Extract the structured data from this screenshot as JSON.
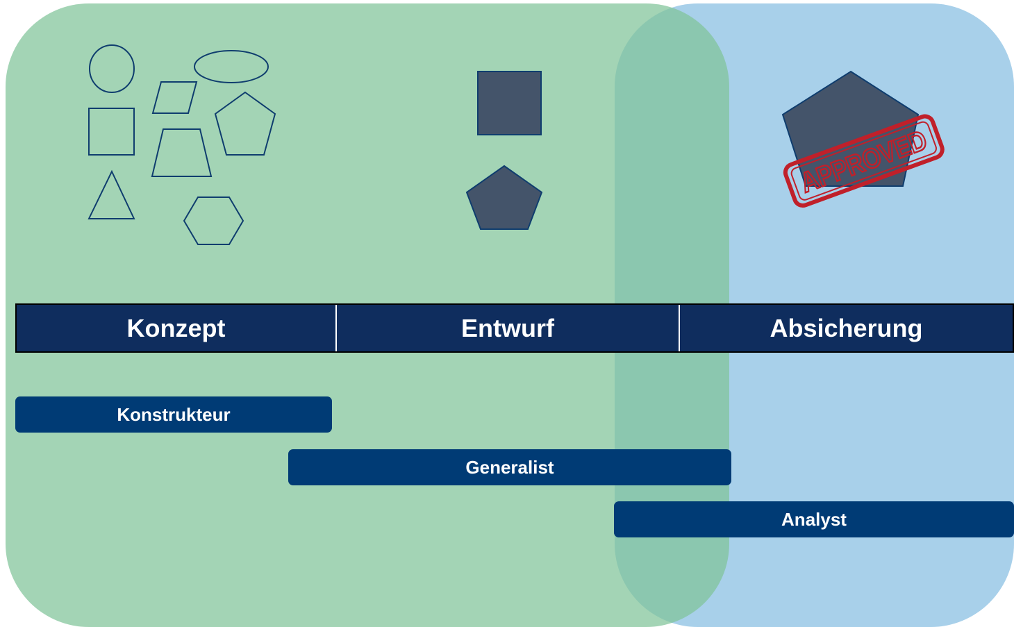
{
  "colors": {
    "concept_region": "#80c398",
    "assurance_region": "#a8d0ea",
    "phase_bar": "#0f2d5e",
    "role_bar": "#003b75",
    "shape_outline": "#0f3d6e",
    "shape_fill": "#44546a",
    "stamp": "#c0202a"
  },
  "phases": [
    {
      "label": "Konzept"
    },
    {
      "label": "Entwurf"
    },
    {
      "label": "Absicherung"
    }
  ],
  "roles": [
    {
      "label": "Konstrukteur"
    },
    {
      "label": "Generalist"
    },
    {
      "label": "Analyst"
    }
  ],
  "stamp": {
    "label": "APPROVED"
  },
  "icons": {
    "concept": [
      "circle-icon",
      "ellipse-icon",
      "parallelogram-icon",
      "square-icon",
      "pentagon-icon",
      "trapezoid-icon",
      "triangle-icon",
      "hexagon-icon"
    ],
    "design": [
      "filled-square-icon",
      "filled-pentagon-icon"
    ],
    "assurance": [
      "filled-pentagon-icon",
      "approved-stamp-icon"
    ]
  }
}
